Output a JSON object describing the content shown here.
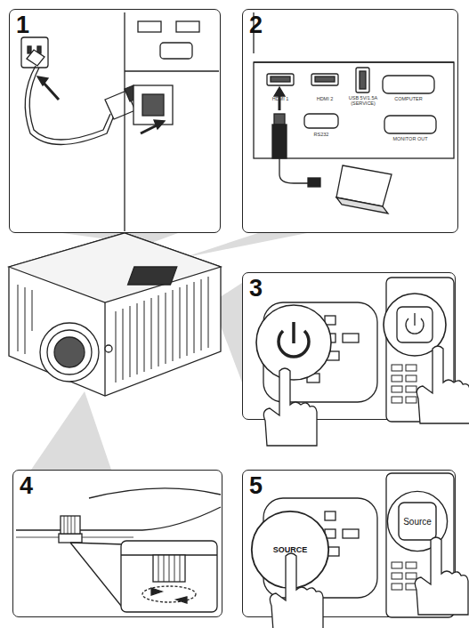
{
  "diagram": {
    "nodes": [
      {
        "text": [
          "1"
        ]
      },
      {
        "text": [
          "2"
        ]
      },
      {
        "text": [
          "3"
        ]
      },
      {
        "text": [
          "4"
        ]
      },
      {
        "text": [
          "5"
        ]
      },
      {
        "text": [
          "SOURCE"
        ],
        "in": 4
      },
      {
        "text": [
          "Source"
        ],
        "in": 4
      }
    ],
    "labels": [
      "HDMI 1",
      "HDMI 2",
      "USB 5V/1.5A (SERVICE)",
      "COMPUTER",
      "RS232",
      "MONITOR OUT"
    ]
  }
}
